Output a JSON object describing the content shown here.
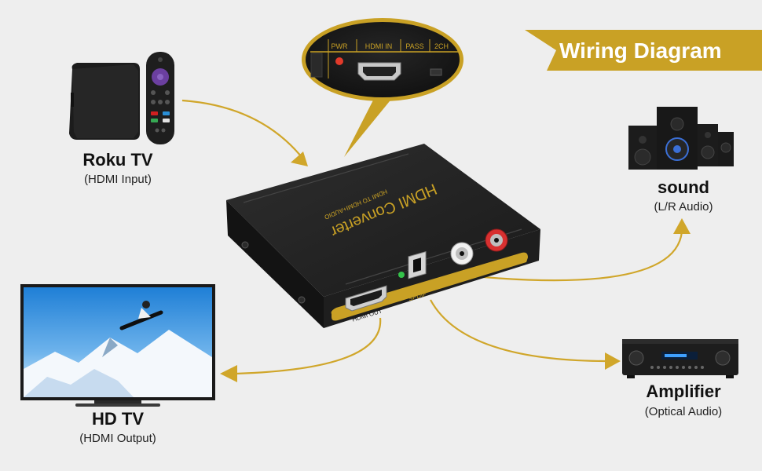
{
  "banner": {
    "title": "Wiring Diagram"
  },
  "converter": {
    "top_label": "HDMI Converter",
    "top_sublabel": "HDMI TO HDMI+AUDIO",
    "port_hdmi_out": "HDMI OUT",
    "port_spdif": "SPDIF",
    "port_left": "L",
    "port_right": "R"
  },
  "zoom_panel": {
    "pwr": "PWR",
    "hdmi_in": "HDMI IN",
    "pass": "PASS",
    "ch2": "2CH"
  },
  "devices": {
    "roku": {
      "title": "Roku TV",
      "subtitle": "(HDMI Input)"
    },
    "hdtv": {
      "title": "HD TV",
      "subtitle": "(HDMI Output)"
    },
    "sound": {
      "title": "sound",
      "subtitle": "(L/R Audio)"
    },
    "amplifier": {
      "title": "Amplifier",
      "subtitle": "(Optical Audio)"
    }
  },
  "colors": {
    "accent_gold": "#c9a125",
    "arrow_gold": "#d0a62a",
    "device_black": "#1b1b1b",
    "background": "#eeeeee"
  }
}
